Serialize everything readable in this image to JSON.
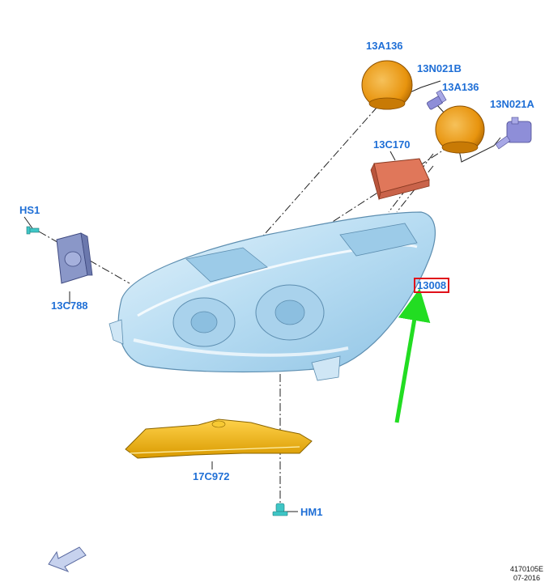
{
  "labels": {
    "cap_upper": "13A136",
    "bulb_b": "13N021B",
    "cap_lower": "13A136",
    "bulb_a": "13N021A",
    "ballast": "13C170",
    "screw_hs1": "HS1",
    "module": "13C788",
    "headlamp": "13008",
    "bracket": "17C972",
    "screw_hm1": "HM1"
  },
  "reference": {
    "code": "4170105E",
    "date": "07-2016"
  },
  "colors": {
    "label": "#1f6fd6",
    "highlight_box": "#e0101a",
    "pointer_arrow": "#22dd22",
    "cap": "#e8940e",
    "lamp_body": "#b7dcf2",
    "bracket": "#f2b800",
    "ballast": "#e0775a",
    "bulb": "#8e8ed8",
    "fastener": "#3fc6c6"
  }
}
